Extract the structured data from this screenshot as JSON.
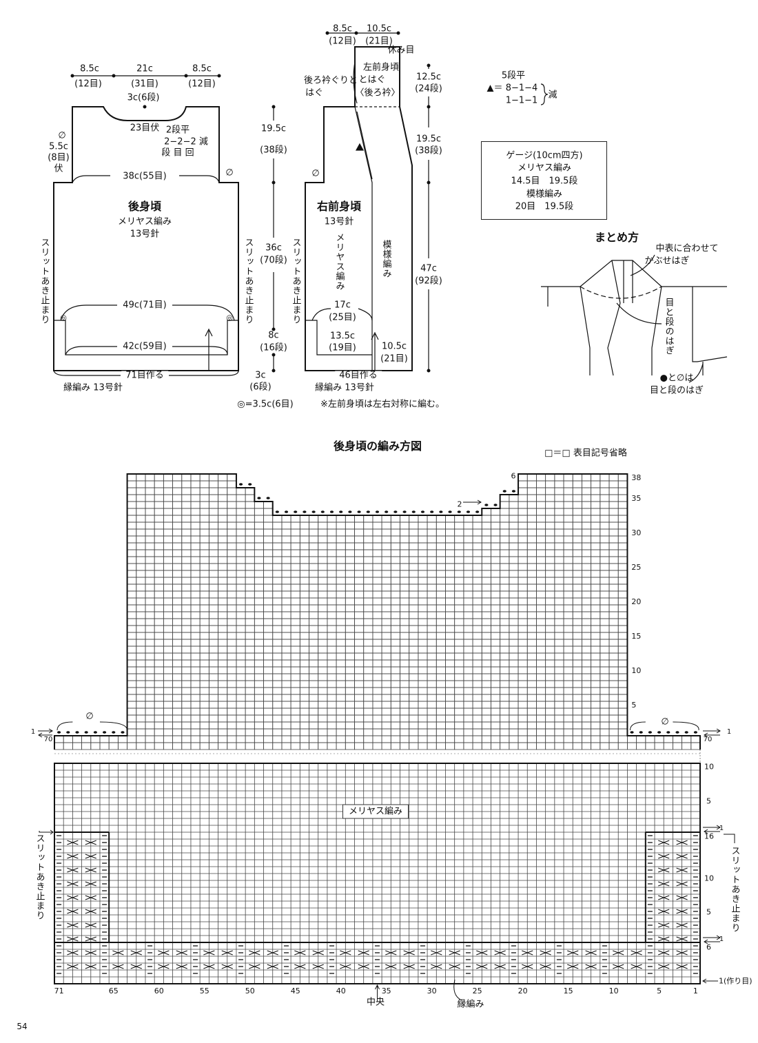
{
  "back": {
    "width_left": "8.5c",
    "width_left_sts": "(12目)",
    "width_neck": "21c",
    "width_neck_sts": "(31目)",
    "width_right": "8.5c",
    "width_right_sts": "(12目)",
    "neck_depth": "3c(6段)",
    "neck_bindoff": "23目伏",
    "neck_dec_1": "2段平",
    "neck_dec_2": "2−2−2 減",
    "neck_dec_3": "段 目 回",
    "armhole_mark": "∅",
    "armhole_width": "5.5c",
    "armhole_sts": "(8目)",
    "armhole_bind": "伏",
    "armhole_mark_right": "∅",
    "chest": "38c(55目)",
    "title": "後身頃",
    "stitch": "メリヤス編み",
    "needle": "13号針",
    "slit_left": "スリットあき止まり",
    "slit_right": "スリットあき止まり",
    "hip": "49c(71目)",
    "inner": "42c(59目)",
    "cast_on": "71目作る",
    "border": "縁編み 13号針"
  },
  "center_dims": {
    "armhole_len": "19.5c",
    "armhole_rows": "(38段)",
    "body_len": "36c",
    "body_rows": "(70段)",
    "slit_len": "8c",
    "slit_rows": "(16段)",
    "border_len": "3c",
    "border_rows": "(6段)",
    "note_circle": "◎=3.5c(6目)"
  },
  "front": {
    "top_left": "8.5c",
    "top_left_sts": "(12目)",
    "top_right": "10.5c",
    "top_right_sts": "(21目)",
    "live_sts": "休み目",
    "collar_1": "左前身頃",
    "collar_2": "とはぐ",
    "collar_3": "〈後ろ衿〉",
    "neck_join_1": "後ろ衿ぐりと",
    "neck_join_2": "はぐ",
    "collar_len": "12.5c",
    "collar_rows": "(24段)",
    "arm_len": "19.5c",
    "arm_rows": "(38段)",
    "total_len": "47c",
    "total_rows": "(92段)",
    "armhole_mark": "∅",
    "title": "右前身頃",
    "needle": "13号針",
    "stockinette": "メリヤス編み",
    "pattern": "模様編み",
    "slit": "スリットあき止まり",
    "hip": "17c",
    "hip_sts": "(25目)",
    "inner": "13.5c",
    "inner_sts": "(19目)",
    "band": "10.5c",
    "band_sts": "(21目)",
    "cast_on": "46目作る",
    "border": "縁編み 13号針",
    "note": "※左前身頃は左右対称に編む。"
  },
  "decrease": {
    "row1": "5段平",
    "symbol": "▲＝",
    "row2": "8−1−4",
    "row3": "1−1−1",
    "label": "減"
  },
  "gauge": {
    "title": "ゲージ(10cm四方)",
    "st1": "メリヤス編み",
    "st1_val": "14.5目　19.5段",
    "st2": "模様編み",
    "st2_val": "20目　19.5段"
  },
  "finishing": {
    "title": "まとめ方",
    "note1_a": "中表に合わせて",
    "note1_b": "かぶせはぎ",
    "note2": "目と段のはぎ",
    "note3_a": "●と∅は",
    "note3_b": "目と段のはぎ"
  },
  "chart_title": "後身頃の編み方図",
  "legend": "□＝□ 表目記号省略",
  "chart_data": {
    "type": "knitting-chart",
    "stitches": 71,
    "lower": {
      "border_rows": 6,
      "slit_rows": 16,
      "band_rows": 10,
      "slit_edge_stitches": 6
    },
    "upper": {
      "band_rows": 2,
      "band_label_top": "70",
      "armhole_bindoff_each_side": 8,
      "armhole_rows": 38,
      "columns": [
        {
          "from": 52,
          "to": 63,
          "rows": 38
        },
        {
          "from": 50,
          "to": 51,
          "rows": 36
        },
        {
          "from": 48,
          "to": 49,
          "rows": 34
        },
        {
          "from": 25,
          "to": 47,
          "rows": 32
        },
        {
          "from": 23,
          "to": 24,
          "rows": 33
        },
        {
          "from": 21,
          "to": 22,
          "rows": 35
        },
        {
          "from": 9,
          "to": 20,
          "rows": 38
        }
      ]
    },
    "x_ticks": [
      71,
      65,
      60,
      55,
      50,
      45,
      40,
      35,
      30,
      25,
      20,
      15,
      10,
      5,
      1
    ],
    "upper_row_ticks": [
      5,
      10,
      15,
      20,
      25,
      30,
      35,
      38
    ],
    "labels": {
      "armhole_bind": "∅",
      "armhole_bind_r": "∅",
      "row1": "1",
      "row70": "70",
      "row1_r": "1",
      "row70_r": "70",
      "neck_step": "2",
      "shoulder_step": "6",
      "band10": "10",
      "band5": "5",
      "band1": "1",
      "slit16": "16",
      "slit10": "10",
      "slit5": "5",
      "slit1": "1",
      "border6": "6",
      "cast_on": "1(作り目)",
      "band1_l": "1",
      "stockinette": "メリヤス編み",
      "center": "中央",
      "border": "縁編み",
      "slit_left": "スリットあき止まり",
      "slit_right": "スリットあき止まり"
    }
  },
  "page_number": "54"
}
